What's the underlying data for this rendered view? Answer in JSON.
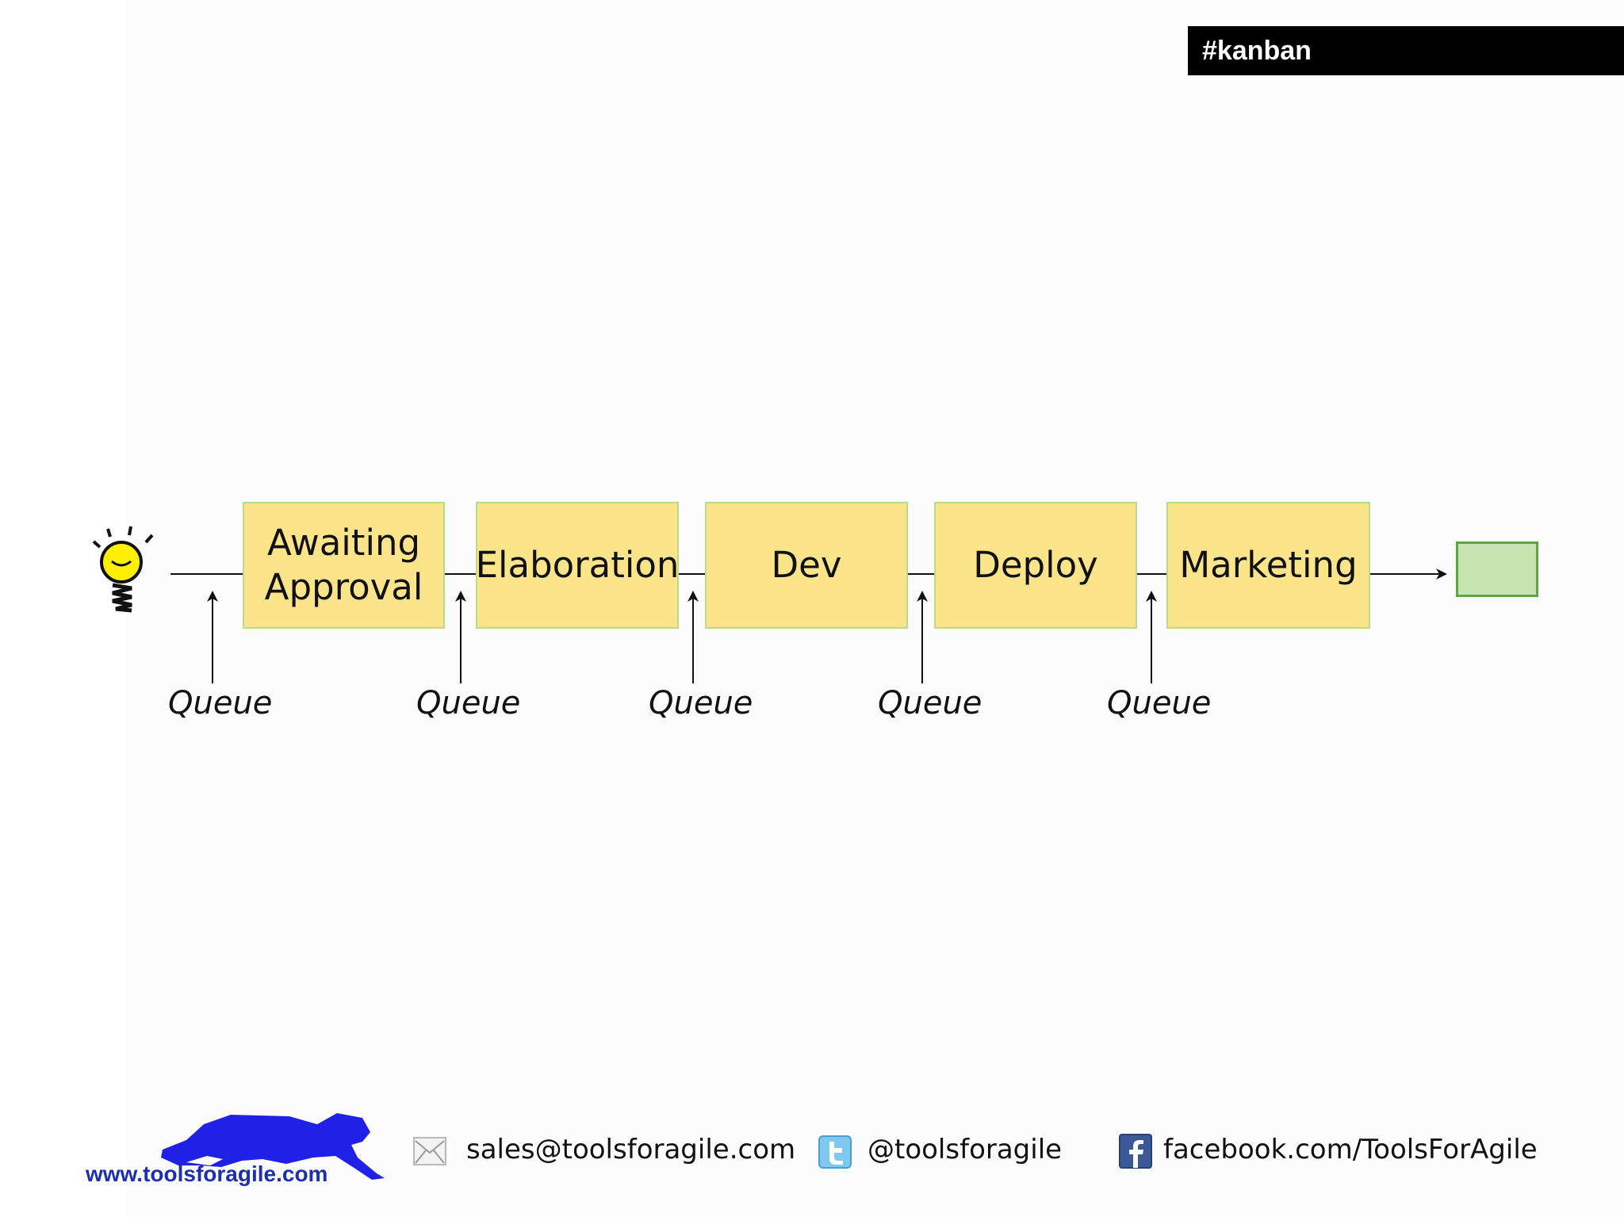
{
  "tag": "#kanban",
  "stages": [
    {
      "id": "awaiting-approval",
      "lines": [
        "Awaiting",
        "Approval"
      ]
    },
    {
      "id": "elaboration",
      "lines": [
        "Elaboration"
      ]
    },
    {
      "id": "dev",
      "lines": [
        "Dev"
      ]
    },
    {
      "id": "deploy",
      "lines": [
        "Deploy"
      ]
    },
    {
      "id": "marketing",
      "lines": [
        "Marketing"
      ]
    }
  ],
  "queue_label": "Queue",
  "queues": [
    "Queue",
    "Queue",
    "Queue",
    "Queue",
    "Queue"
  ],
  "footer": {
    "website": "www.toolsforagile.com",
    "email": "sales@toolsforagile.com",
    "twitter": "@toolsforagile",
    "facebook": "facebook.com/ToolsForAgile"
  },
  "colors": {
    "stage_fill": "#fbe48a",
    "stage_border": "#b9db8e",
    "done_fill": "#c7e5b1",
    "done_border": "#5ea545",
    "logo_blue": "#1b2fb0"
  },
  "icons": {
    "start": "lightbulb-icon",
    "email": "envelope-icon",
    "twitter": "twitter-icon",
    "facebook": "facebook-icon",
    "logo": "cheetah-logo"
  }
}
